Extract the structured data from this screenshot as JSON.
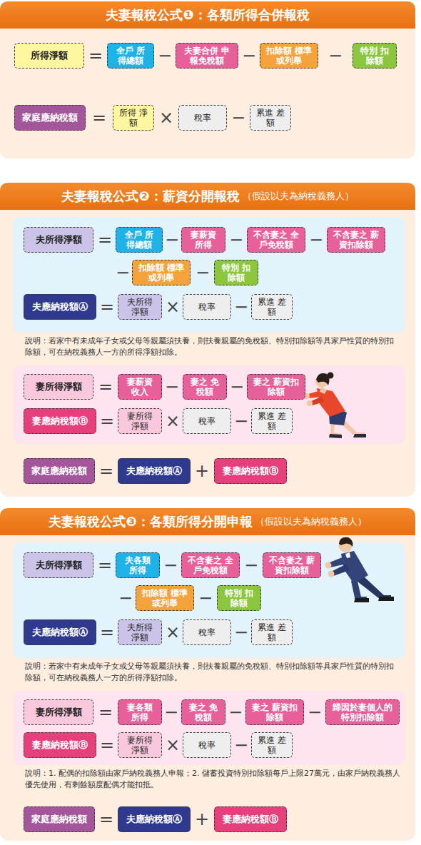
{
  "diagram": {
    "nodes": [
      {
        "text": [
          "夫妻報稅公式❶：各類所得合併報稅"
        ]
      },
      {
        "text": [
          "所得淨額"
        ],
        "in": 0
      },
      {
        "text": [
          "全戶 所得總額"
        ],
        "in": 0
      },
      {
        "text": [
          "夫妻合併 申報免稅額"
        ],
        "in": 0
      },
      {
        "text": [
          "扣除額 標準或列舉"
        ],
        "in": 0
      },
      {
        "text": [
          "特別 扣除額"
        ],
        "in": 0
      },
      {
        "text": [
          "家庭應納稅額"
        ],
        "in": 0
      },
      {
        "text": [
          "所得 淨額"
        ],
        "in": 0
      },
      {
        "text": [
          "稅率"
        ],
        "in": 0
      },
      {
        "text": [
          "累進 差額"
        ],
        "in": 0
      },
      {
        "text": [
          "夫妻報稅公式❷：薪資分開報稅",
          "（假設以夫為納稅義務人）"
        ]
      },
      {
        "text": [
          "夫所得淨額"
        ],
        "in": 10
      },
      {
        "text": [
          "全戶 所得總額"
        ],
        "in": 10
      },
      {
        "text": [
          "妻薪資 所得"
        ],
        "in": 10
      },
      {
        "text": [
          "不含妻之 全戶免稅額"
        ],
        "in": 10
      },
      {
        "text": [
          "不含妻之 薪資扣除額"
        ],
        "in": 10
      },
      {
        "text": [
          "扣除額 標準或列舉"
        ],
        "in": 10
      },
      {
        "text": [
          "特別 扣除額"
        ],
        "in": 10
      },
      {
        "text": [
          "夫應納稅額Ⓐ"
        ],
        "in": 10
      },
      {
        "text": [
          "夫所得 淨額"
        ],
        "in": 10
      },
      {
        "text": [
          "稅率"
        ],
        "in": 10
      },
      {
        "text": [
          "累進 差額"
        ],
        "in": 10
      },
      {
        "text": [
          "妻所得淨額"
        ],
        "in": 10
      },
      {
        "text": [
          "妻薪資 收入"
        ],
        "in": 10
      },
      {
        "text": [
          "妻之 免稅額"
        ],
        "in": 10
      },
      {
        "text": [
          "妻之 薪資扣除額"
        ],
        "in": 10
      },
      {
        "text": [
          "妻應納稅額Ⓑ"
        ],
        "in": 10
      },
      {
        "text": [
          "妻所得 淨額"
        ],
        "in": 10
      },
      {
        "text": [
          "稅率"
        ],
        "in": 10
      },
      {
        "text": [
          "累進 差額"
        ],
        "in": 10
      },
      {
        "text": [
          "家庭應納稅額"
        ],
        "in": 10
      },
      {
        "text": [
          "夫應納稅額Ⓐ"
        ],
        "in": 10
      },
      {
        "text": [
          "妻應納稅額Ⓑ"
        ],
        "in": 10
      },
      {
        "text": [
          "夫妻報稅公式❸：各類所得分開申報",
          "（假設以夫為納稅義務人）"
        ]
      },
      {
        "text": [
          "夫所得淨額"
        ],
        "in": 33
      },
      {
        "text": [
          "夫各類 所得"
        ],
        "in": 33
      },
      {
        "text": [
          "不含妻之 全戶免稅額"
        ],
        "in": 33
      },
      {
        "text": [
          "不含妻之 薪資扣除額"
        ],
        "in": 33
      },
      {
        "text": [
          "扣除額 標準或列舉"
        ],
        "in": 33
      },
      {
        "text": [
          "特別 扣除額"
        ],
        "in": 33
      },
      {
        "text": [
          "夫應納稅額Ⓐ"
        ],
        "in": 33
      },
      {
        "text": [
          "夫所得 淨額"
        ],
        "in": 33
      },
      {
        "text": [
          "稅率"
        ],
        "in": 33
      },
      {
        "text": [
          "累進 差額"
        ],
        "in": 33
      },
      {
        "text": [
          "妻所得淨額"
        ],
        "in": 33
      },
      {
        "text": [
          "妻各類 所得"
        ],
        "in": 33
      },
      {
        "text": [
          "妻之 免稅額"
        ],
        "in": 33
      },
      {
        "text": [
          "妻之 薪資扣除額"
        ],
        "in": 33
      },
      {
        "text": [
          "歸因於妻個人的 特別扣除額"
        ],
        "in": 33
      },
      {
        "text": [
          "妻應納稅額Ⓑ"
        ],
        "in": 33
      },
      {
        "text": [
          "妻所得 淨額"
        ],
        "in": 33
      },
      {
        "text": [
          "稅率"
        ],
        "in": 33
      },
      {
        "text": [
          "累進 差額"
        ],
        "in": 33
      },
      {
        "text": [
          "家庭應納稅額"
        ],
        "in": 33
      },
      {
        "text": [
          "夫應納稅額Ⓐ"
        ],
        "in": 33
      },
      {
        "text": [
          "妻應納稅額Ⓑ"
        ],
        "in": 33
      }
    ],
    "labels": [
      "=",
      "−",
      "−",
      "−",
      "=",
      "×",
      "−",
      "=",
      "−",
      "−",
      "−",
      "−",
      "−",
      "=",
      "×",
      "−",
      "說明：若家中有未成年子女或父母等親屬須扶養，則扶養親屬的免稅額、特別扣除額等具家戶性質的特別扣除額，可在納稅義務人一方的所得淨額扣除。",
      "=",
      "−",
      "−",
      "=",
      "×",
      "−",
      "=",
      "+",
      "=",
      "−",
      "−",
      "−",
      "−",
      "=",
      "×",
      "−",
      "說明：若家中有未成年子女或父母等親屬須扶養，則扶養親屬的免稅額、特別扣除額等具家戶性質的特別扣除額，可在納稅義務人一方的所得淨額扣除。",
      "=",
      "−",
      "−",
      "−",
      "=",
      "×",
      "−",
      "說明：1. 配偶的扣除額由家戶納稅義務人申報；2. 儲蓄投資特別扣除額每戶上限27萬元，由家戶納稅義務人優先使用，有剩餘額度配偶才能扣抵。",
      "=",
      "+"
    ]
  }
}
